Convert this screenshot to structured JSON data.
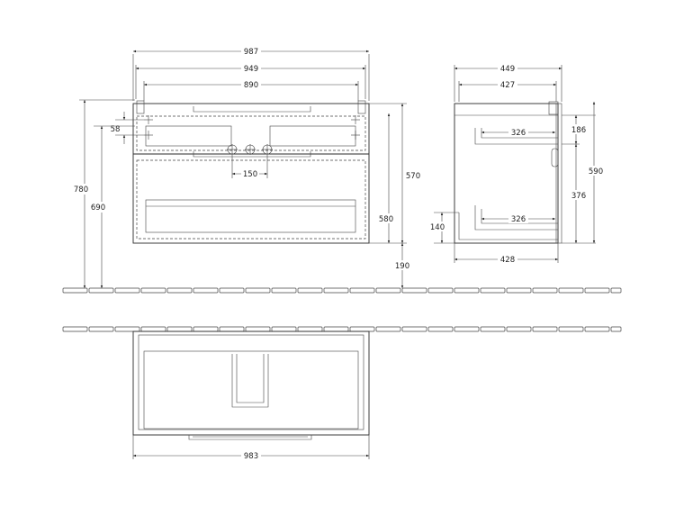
{
  "dimensions": {
    "front_outer_width": "987",
    "front_width_949": "949",
    "front_inner_width": "890",
    "front_tap_offset": "58",
    "front_tap_spacing": "150",
    "front_total_height": "780",
    "front_height_690": "690",
    "front_height_570": "570",
    "front_height_580": "580",
    "front_floor_gap": "190",
    "side_outer_depth": "449",
    "side_depth_427": "427",
    "side_shelf_top": "326",
    "side_shelf_bottom": "326",
    "side_top_height": "186",
    "side_total_height": "590",
    "side_lower_height": "376",
    "side_bottom_height": "140",
    "side_base_depth": "428",
    "plan_width": "983"
  }
}
